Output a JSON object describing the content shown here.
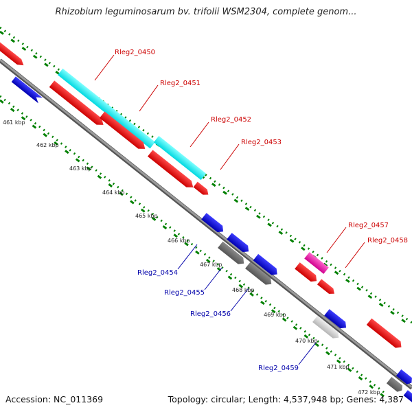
{
  "title": "Rhizobium leguminosarum bv. trifolii WSM2304, complete genom...",
  "footer": {
    "accession": "Accession: NC_011369",
    "summary": "Topology: circular; Length: 4,537,948 bp; Genes: 4,387"
  },
  "colors": {
    "forward_gene": "#ff0000",
    "reverse_gene": "#0000ee",
    "backbone": "#808080",
    "tick_mark": "#008000",
    "label_forward": "#cc0000",
    "label_reverse": "#0000aa"
  },
  "ticks": [
    "461 kbp",
    "462 kbp",
    "463 kbp",
    "464 kbp",
    "465 kbp",
    "466 kbp",
    "467 kbp",
    "468 kbp",
    "469 kbp",
    "470 kbp",
    "471 kbp",
    "472 kbp"
  ],
  "gene_labels": [
    {
      "text": "Rleg2_0450",
      "strand": "forward"
    },
    {
      "text": "Rleg2_0451",
      "strand": "forward"
    },
    {
      "text": "Rleg2_0452",
      "strand": "forward"
    },
    {
      "text": "Rleg2_0453",
      "strand": "forward"
    },
    {
      "text": "Rleg2_0457",
      "strand": "forward"
    },
    {
      "text": "Rleg2_0458",
      "strand": "forward"
    },
    {
      "text": "Rleg2_0454",
      "strand": "reverse"
    },
    {
      "text": "Rleg2_0455",
      "strand": "reverse"
    },
    {
      "text": "Rleg2_0456",
      "strand": "reverse"
    },
    {
      "text": "Rleg2_0459",
      "strand": "reverse"
    }
  ]
}
